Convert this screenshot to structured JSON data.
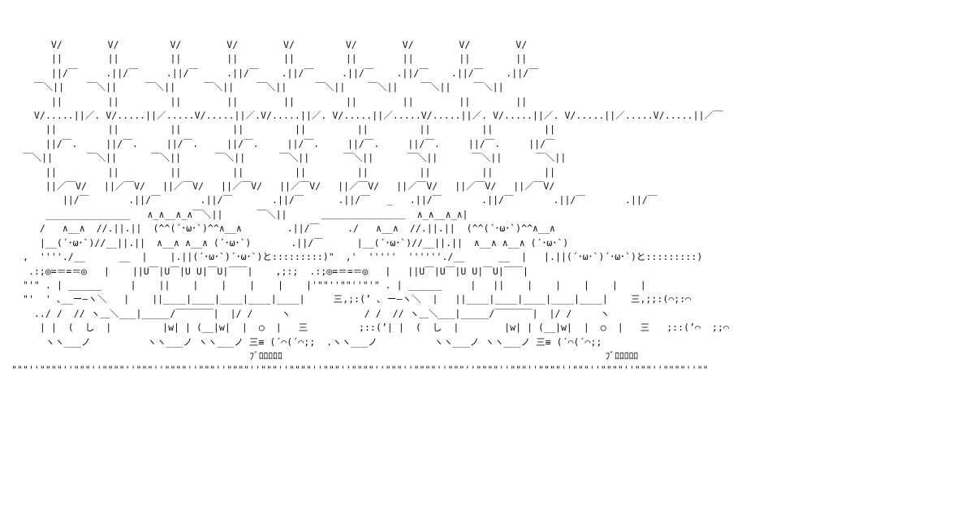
{
  "art": {
    "lines": [
      "       V/        V/         V/        V/        V/         V/        V/        V/        V/",
      "       ||        ||         ||        ||        ||         ||        ||        ||        ||",
      "       ||/￣     .||/￣     .||/￣     .||/￣    .||/￣     .||/￣    .||/￣    .||/￣    .||/￣",
      "    ￣＼||    ￣＼||     ￣＼||     ￣＼||    ￣＼||     ￣＼||    ￣＼||    ￣＼||    ￣＼||",
      "       ||        ||         ||        ||        ||         ||        ||        ||        ||",
      "    V/.....||／. V/.....||／.....V/.....||／.V/.....||／. V/.....||／.....V/.....||／. V/.....||／. V/.....||／.....V/.....||／￣",
      "      ||         ||         ||         ||         ||         ||         ||         ||         ||",
      "      ||/￣.     ||/￣.     ||/￣.     ||/￣.     ||/￣.     ||/￣.     ||/￣.     ||/￣.     ||/￣",
      "  ￣＼||      ￣＼||      ￣＼||      ￣＼||      ￣＼||      ￣＼||      ￣＼||      ￣＼||      ￣＼||",
      "      ||         ||         ||         ||         ||         ||         ||         ||         ||",
      "      ||／￣V/   ||／￣V/   ||／￣V/   ||／￣V/   ||／￣V/   ||／￣V/   ||／￣V/   ||／￣V/   ||／￣V/",
      "         ||/￣       .||/￣       .||/￣       .||/￣      .||/￣   _   .||/￣       .||/￣       .||/￣       .||/￣",
      "      _______________   ∧_∧__∧_∧￣＼||      ￣＼||      ＿＿＿＿＿＿＿＿＿  ∧_∧__∧_∧|",
      "     /   ∧__∧  //.||.||  (^^(´･ω･`)^^∧__∧        .||/￣     ./   ∧__∧  //.||.||  (^^(´･ω･`)^^∧__∧",
      "     |__(´･ω･`)//__||.||  ∧__∧ ∧__∧ (´･ω･`)       .||/￣      |__(´･ω･`)//__||.||  ∧__∧ ∧__∧ (´･ω･`)",
      "  ,  ''''./__      __  |    |.||(´･ω･`)´･ω･`)と:::::::::)\"  ,'  '''''  ''''''./__      __  |   |.||(´･ω･`)´･ω･`)と:::::::::)",
      "   .:;◎=＝=＝◎   |    ||U￣|U￣|U U|￣U|￣￣|    ,;:;  .:;◎=＝=＝◎   |   ||U￣|U￣|U U|￣U|￣￣|",
      "  \"'\" . | ______     |    ||    |    |    |    |    |'\"\"''\"\"''\"'\" . | ______     |   ||    |    |    |    |    |",
      "  \"'  ' ､__ー―ヽ＼   |    ||____|____|____|____|____|     三,;:(’ ､ ー―ヽ＼  |   ||____|____|____|____|____|    三,;;:(⌒;:⌒",
      "    ../ /  // ヽ＿＼___|_____/￣￣￣￣|  |/ /     ヽ             / /  // ヽ＿＼___|_____/￣￣￣￣|  |/ /     ヽ",
      "     | |  (  し  |         |w| | (__|w|  |  ○  |   三         ;::(’| |  (  し  |        |w| | (__|w|  |  ○  |   三   ;::(’⌒  ;;⌒",
      "      ヽヽ___ノ          ヽヽ___ノ ヽヽ___ノ 三≡ (´⌒(´⌒;;  .ヽヽ___ノ          ヽヽ___ノ ヽヽ___ノ 三≡ (´⌒(´⌒;;",
      "                                          ﾌﾞﾛﾛﾛﾛﾛ                                                         ﾌﾞﾛﾛﾛﾛﾛ",
      "\"\"\"''\"\"\"\"''\"\"\"''\"\"\"\"''\"\"\"''\"\"\"\"''\"\"\"''\"\"\"\"''\"\"\"''\"\"\"\"''\"\"\"''\"\"\"\"''\"\"\"''\"\"\"\"''\"\"\"''\"\"\"\"''\"\"\"''\"\"\"\"''\"\"\"''\"\"\"\"''\"\"\"''\"\"\"\"''\"\""
    ]
  }
}
